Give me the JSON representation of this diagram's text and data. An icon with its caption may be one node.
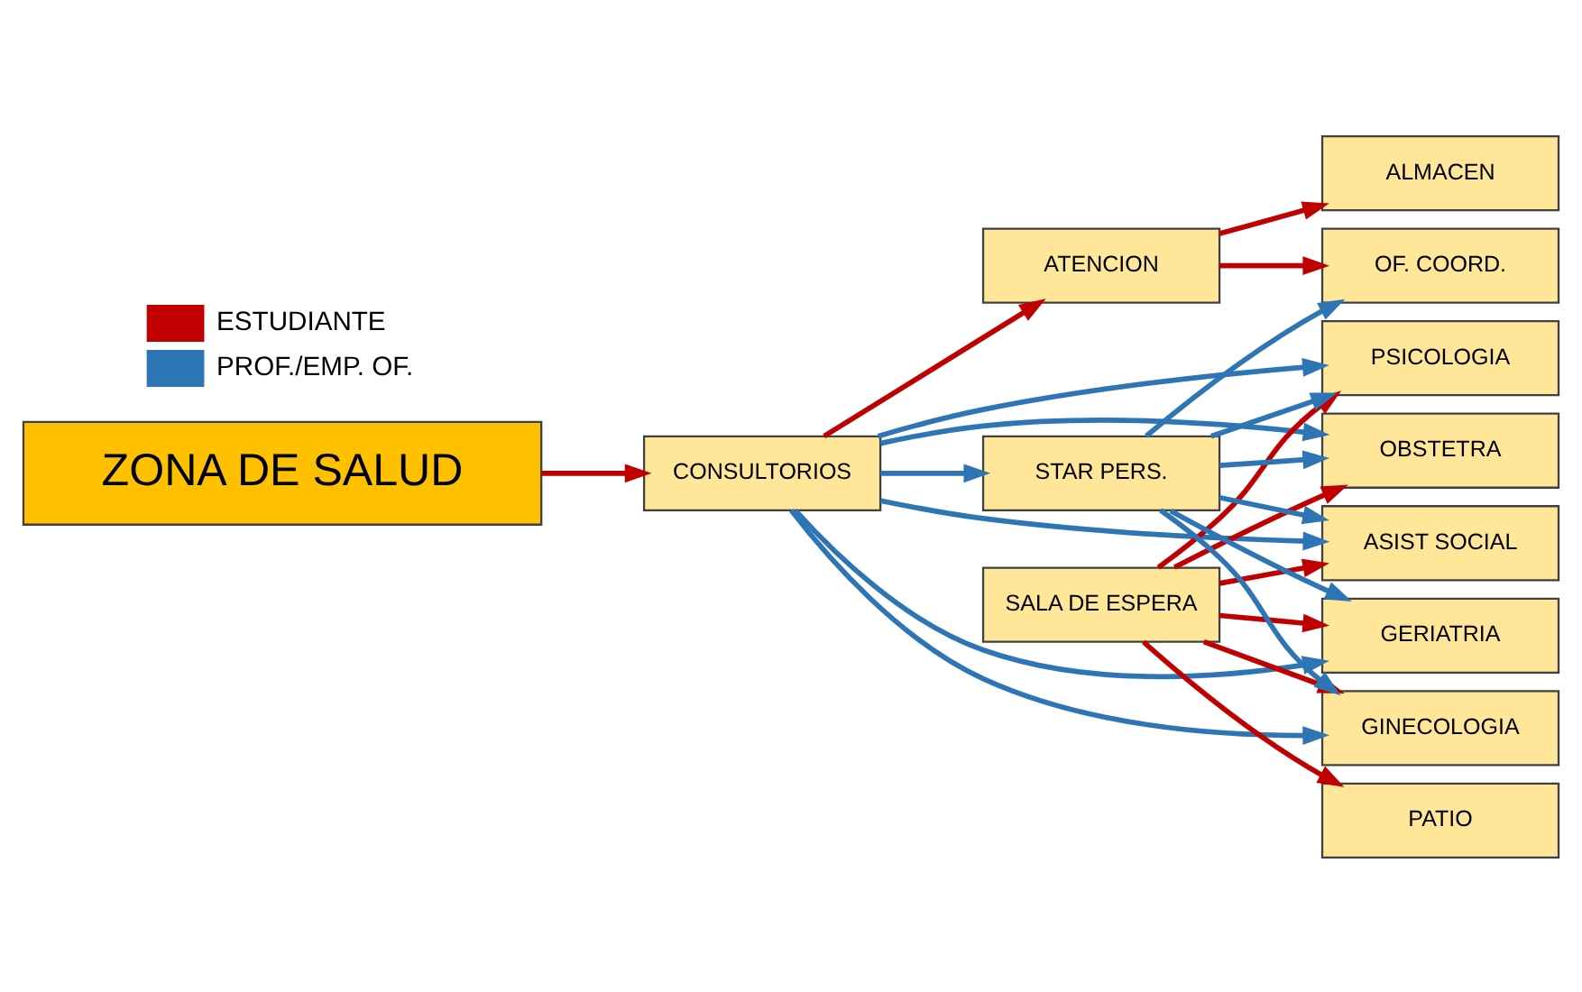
{
  "diagram": {
    "nodes": [
      {
        "text": [
          "ZONA DE SALUD"
        ]
      },
      {
        "text": [
          "CONSULTORIOS"
        ]
      },
      {
        "text": [
          "GERIATRIA"
        ]
      },
      {
        "text": [
          "OBSTETRA"
        ]
      },
      {
        "text": [
          "GINECOLOGIA"
        ]
      },
      {
        "text": [
          "PSICOLOGIA"
        ]
      },
      {
        "text": [
          "ASIST SOCIAL"
        ]
      },
      {
        "text": [
          "PATIO"
        ]
      },
      {
        "text": [
          "ATENCION"
        ]
      },
      {
        "text": [
          "SALA DE ESPERA"
        ]
      },
      {
        "text": [
          "OF. COORD."
        ]
      },
      {
        "text": [
          "ALMACEN"
        ]
      },
      {
        "text": [
          "STAR PERS."
        ]
      }
    ],
    "edges": [
      {
        "from": 0,
        "to": 1,
        "arrow": "to",
        "color": "#c00000"
      },
      {
        "from": 1,
        "to": 2,
        "arrow": "to"
      },
      {
        "from": 1,
        "to": 3,
        "arrow": "to"
      },
      {
        "from": 1,
        "to": 4,
        "arrow": "to"
      },
      {
        "from": 1,
        "to": 5,
        "arrow": "to"
      },
      {
        "from": 1,
        "to": 6,
        "arrow": "to"
      },
      {
        "from": 1,
        "to": 8,
        "arrow": "to",
        "color": "#c00000"
      },
      {
        "from": 1,
        "to": 12,
        "arrow": "to"
      },
      {
        "from": 8,
        "to": 10,
        "arrow": "to",
        "color": "#c00000"
      },
      {
        "from": 8,
        "to": 11,
        "arrow": "to",
        "color": "#c00000"
      },
      {
        "from": 9,
        "to": 2,
        "arrow": "to",
        "color": "#c00000"
      },
      {
        "from": 9,
        "to": 3,
        "arrow": "to",
        "color": "#c00000"
      },
      {
        "from": 9,
        "to": 4,
        "arrow": "to",
        "color": "#c00000"
      },
      {
        "from": 9,
        "to": 5,
        "arrow": "to",
        "color": "#c00000"
      },
      {
        "from": 9,
        "to": 6,
        "arrow": "to",
        "color": "#c00000"
      },
      {
        "from": 9,
        "to": 7,
        "arrow": "to",
        "color": "#c00000"
      },
      {
        "from": 12,
        "to": 2,
        "arrow": "to"
      },
      {
        "from": 12,
        "to": 3,
        "arrow": "to"
      },
      {
        "from": 12,
        "to": 4,
        "arrow": "to"
      },
      {
        "from": 12,
        "to": 5,
        "arrow": "to"
      },
      {
        "from": 12,
        "to": 6,
        "arrow": "to"
      },
      {
        "from": 12,
        "to": 10,
        "arrow": "to"
      }
    ],
    "legend": [
      {
        "text": "ESTUDIANTE",
        "color": "#c00000"
      },
      {
        "text": "PROF./EMP. OF.",
        "color": "#2e75b6"
      }
    ]
  }
}
